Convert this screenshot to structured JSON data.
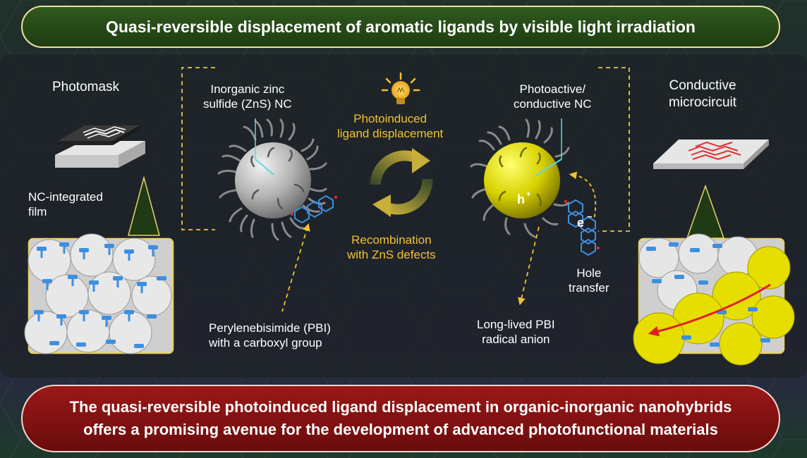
{
  "title": "Quasi-reversible displacement of aromatic ligands by visible light irradiation",
  "labels": {
    "photomask": "Photomask",
    "nc_film_1": "NC-integrated",
    "nc_film_2": "film",
    "zns_1": "Inorganic zinc",
    "zns_2": "sulfide (ZnS) NC",
    "photoinduced_1": "Photoinduced",
    "photoinduced_2": "ligand displacement",
    "recombination_1": "Recombination",
    "recombination_2": "with ZnS defects",
    "photoactive_1": "Photoactive/",
    "photoactive_2": "conductive NC",
    "conductive_1": "Conductive",
    "conductive_2": "microcircuit",
    "pbi_1": "Perylenebisimide (PBI)",
    "pbi_2": "with a carboxyl group",
    "radical_1": "Long-lived PBI",
    "radical_2": "radical anion",
    "hole_1": "Hole",
    "hole_2": "transfer",
    "hole_symbol": "h",
    "electron_symbol": "e",
    "plus": "+",
    "minus": "−"
  },
  "conclusion_1": "The quasi-reversible photoinduced ligand displacement in organic-inorganic nanohybrids",
  "conclusion_2": "offers a promising avenue for the development of advanced photofunctional materials",
  "colors": {
    "title_banner": "#2f5a1e",
    "conclusion_banner": "#9b1818",
    "label_yellow": "#f2c232",
    "zns_gray": "#b8b8b8",
    "nc_yellow": "#d8d200",
    "pbi_blue": "#3d8fe0",
    "circuit_red": "#e03030"
  }
}
